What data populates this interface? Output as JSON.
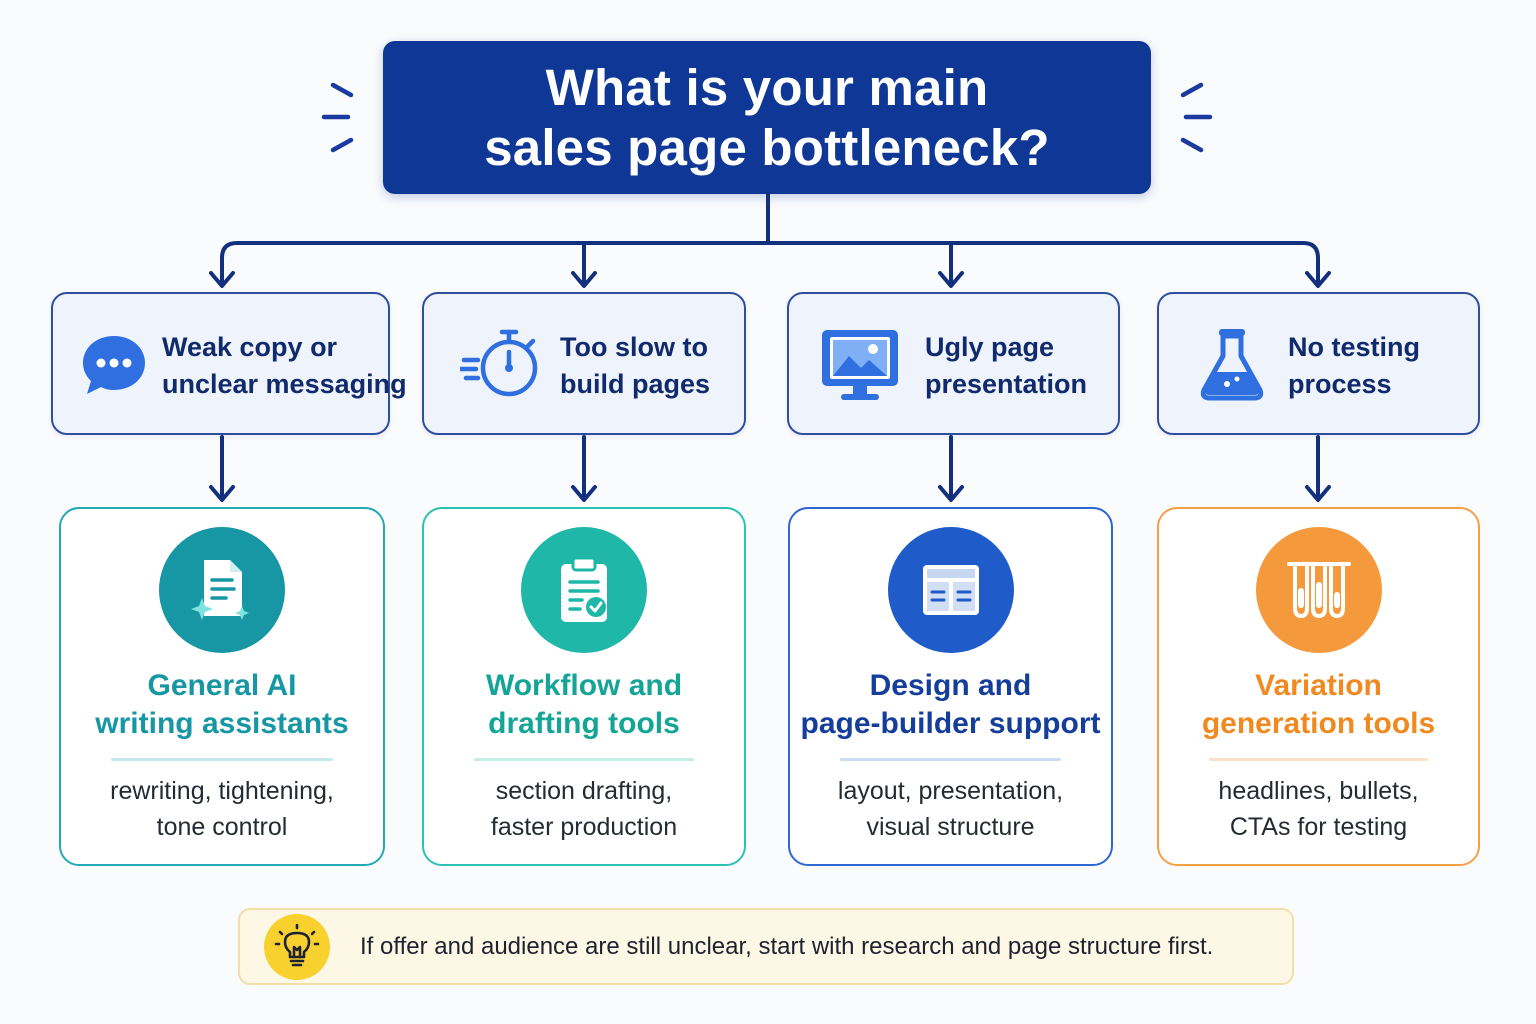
{
  "title": {
    "line1": "What is your main",
    "line2": "sales page bottleneck?"
  },
  "problems": [
    {
      "line1": "Weak copy or",
      "line2": "unclear messaging",
      "icon": "chat-bubble-icon"
    },
    {
      "line1": "Too slow to",
      "line2": "build pages",
      "icon": "stopwatch-icon"
    },
    {
      "line1": "Ugly page",
      "line2": "presentation",
      "icon": "monitor-image-icon"
    },
    {
      "line1": "No testing",
      "line2": "process",
      "icon": "flask-icon"
    }
  ],
  "solutions": [
    {
      "title1": "General AI",
      "title2": "writing assistants",
      "desc1": "rewriting, tightening,",
      "desc2": "tone control",
      "icon": "document-sparkle-icon",
      "color": "#1796a4"
    },
    {
      "title1": "Workflow and",
      "title2": "drafting tools",
      "desc1": "section drafting,",
      "desc2": "faster production",
      "icon": "clipboard-check-icon",
      "color": "#1fb8a8"
    },
    {
      "title1": "Design and",
      "title2": "page-builder support",
      "desc1": "layout, presentation,",
      "desc2": "visual structure",
      "icon": "layout-grid-icon",
      "color": "#1f5cc9"
    },
    {
      "title1": "Variation",
      "title2": "generation tools",
      "desc1": "headlines, bullets,",
      "desc2": "CTAs for testing",
      "icon": "test-tubes-icon",
      "color": "#f59a3c"
    }
  ],
  "tip": {
    "text": "If offer and audience are still unclear, start with research and page structure first.",
    "icon": "lightbulb-icon"
  },
  "colors": {
    "navy": "#0f3796",
    "connector": "#13307f",
    "problem_bg": "#eef3fc",
    "tip_bg": "#fdf7e6",
    "tip_icon": "#f8d12e"
  }
}
